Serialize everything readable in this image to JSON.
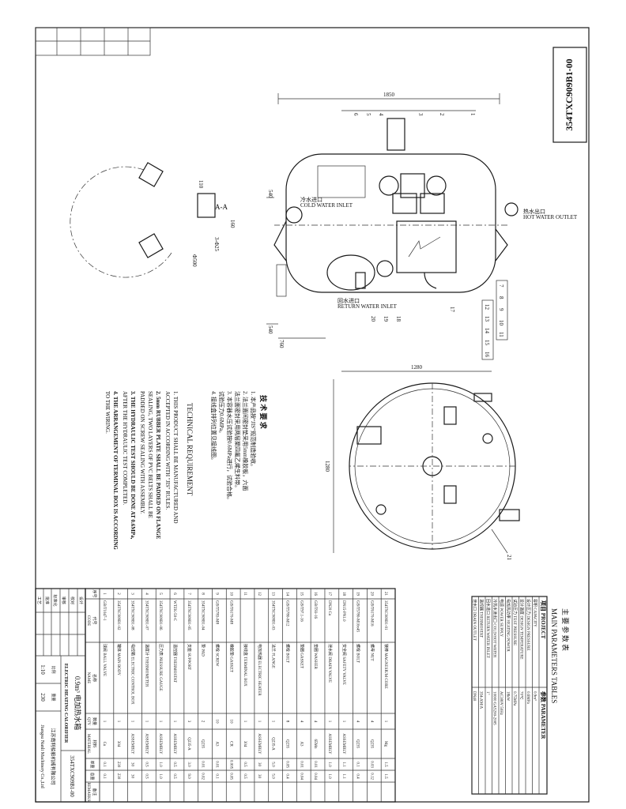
{
  "drawing_number": "354TXC909B1-00",
  "side_view": {
    "dim_length": "1850",
    "dim_left": "540",
    "dim_offset": "540",
    "dim_total": "760",
    "cold_water_inlet_cn": "冷水进口",
    "cold_water_inlet": "COLD WATER INLET",
    "return_water_inlet_cn": "回水进口",
    "return_water_inlet": "RETURN WATER INLET",
    "hot_water_outlet_cn": "热水出口",
    "hot_water_outlet": "HOT WATER OUTLET",
    "balloons_top": [
      "1",
      "2",
      "3",
      "4",
      "5",
      "6"
    ],
    "balloons_right_a": [
      "7",
      "8",
      "9",
      "10",
      "11"
    ],
    "balloons_right_b": [
      "12",
      "13",
      "14",
      "15",
      "16"
    ],
    "balloons_bottom": [
      "17",
      "18",
      "19",
      "20"
    ]
  },
  "end_view": {
    "dim_width": "1280",
    "dim_height": "1280",
    "balloon": "21"
  },
  "section": {
    "label": "A-A",
    "dim_a": "160",
    "dim_b": "110",
    "dim_c": "Φ500",
    "dim_d": "3-Φ25"
  },
  "tech_req": {
    "title_cn": "技 术 要 求",
    "lines_cn": [
      "1. 本产品按“JIS”规范制造验收。",
      "2. 法兰面间密封垫采用5mm橡胶板，六面",
      "   法兰面密封采用两层聚四氟乙烯生料带。",
      "3. 本容器水压试验按0.6MPa进行，试验合格。",
      "   试验压力0.6MPa。",
      "4. 接线盒排列位置见接线图。"
    ],
    "title_en": "TECHNICAL  REQUIREMENT",
    "lines_en": [
      "1. THIS PRODUCT SHALL BE MANUFACTURED AND",
      "   ACCEPTED IN ACCORDING WITH \"JIS\" RULES.",
      "2. 5mm RUBBER PLATE SHALL BE PADDED ON FLANGE",
      "   SEALING, TWO LAYERS OF PVC BELTS SHALL BE",
      "   PADDED ON SCREW SEALING WITH ASSEMBLY.",
      "3. THE HYDRAULIC TEST SHOULD BE DONE AT 0.6MPa,",
      "   AFTER THE HYDRAULIC TEST COMPLETED.",
      "4. THE ARRANGEMENT OF TERMINAL BOX IS ACCORDING",
      "   TO THE WIRING."
    ]
  },
  "parts_list": {
    "headers": {
      "no": "序号",
      "code": "代号 CODE",
      "name": "名称 NAME",
      "qty": "数量 QTY",
      "material": "材料 MATERIAL",
      "unit_weight": "单重",
      "total_weight": "总重",
      "remark": "备注 REMARKS"
    },
    "rows": [
      {
        "no": "21",
        "code": "354TXC909B1-01",
        "name": "镁棒 MAGNESIUM CORE",
        "qty": "1",
        "material": "Mg",
        "unit": "1.5",
        "total": "1.5"
      },
      {
        "no": "20",
        "code": "GB/T6170-M16",
        "name": "螺母 NUT",
        "qty": "4",
        "material": "Q235",
        "unit": "0.03",
        "total": "0.12"
      },
      {
        "no": "19",
        "code": "GB/T5780-M16x45",
        "name": "螺栓 BOLT",
        "qty": "4",
        "material": "Q235",
        "unit": "0.1",
        "total": "0.4"
      },
      {
        "no": "18",
        "code": "DN15-PN1.0",
        "name": "安全阀 SAFETY VALVE",
        "qty": "1",
        "material": "ASSEMBLY",
        "unit": "1.1",
        "total": "1.1"
      },
      {
        "no": "17",
        "code": "DN20 Cu",
        "name": "泄水阀 DRAIN VALVE",
        "qty": "1",
        "material": "ASSEMBLY",
        "unit": "1.0",
        "total": "1.0"
      },
      {
        "no": "16",
        "code": "GB/T93-16",
        "name": "垫圈 WASHER",
        "qty": "4",
        "material": "65Mn",
        "unit": "0.01",
        "total": "0.04"
      },
      {
        "no": "15",
        "code": "GB/T97.1-16",
        "name": "垫圈 GASKET",
        "qty": "4",
        "material": "A3",
        "unit": "0.01",
        "total": "0.04"
      },
      {
        "no": "14",
        "code": "GB/T5780-M12",
        "name": "螺栓 BOLT",
        "qty": "8",
        "material": "Q235",
        "unit": "0.05",
        "total": "0.4"
      },
      {
        "no": "13",
        "code": "354TXC909B1-03",
        "name": "法兰 FLANGE",
        "qty": "1",
        "material": "Q235-A",
        "unit": "5.0",
        "total": "5.0"
      },
      {
        "no": "12",
        "code": "",
        "name": "电加热器 ELECTRIC HEATER",
        "qty": "1",
        "material": "ASSEMBLY",
        "unit": "30",
        "total": "30"
      },
      {
        "no": "11",
        "code": "",
        "name": "接线盒 TERMINAL BOX",
        "qty": "1",
        "material": "304",
        "unit": "0.5",
        "total": "0.5"
      },
      {
        "no": "10",
        "code": "GB/T6170-M8",
        "name": "橡胶垫 GASKET",
        "qty": "10",
        "material": "CR",
        "unit": "0.005",
        "total": "0.05"
      },
      {
        "no": "9",
        "code": "GB/T5783-M8",
        "name": "螺栓 SCREW",
        "qty": "10",
        "material": "A3",
        "unit": "0.01",
        "total": "0.1"
      },
      {
        "no": "8",
        "code": "354TXC909B1-04",
        "name": "垫 PAD",
        "qty": "2",
        "material": "Q235",
        "unit": "0.01",
        "total": "0.02"
      },
      {
        "no": "7",
        "code": "354TXC909B1-05",
        "name": "支座 SUPPORT",
        "qty": "3",
        "material": "Q235-A",
        "unit": "3.0",
        "total": "9.0"
      },
      {
        "no": "6",
        "code": "WTZK-50-C",
        "name": "温控器 THERMOSTAT",
        "qty": "1",
        "material": "ASSEMBLY",
        "unit": "0.5",
        "total": "0.5"
      },
      {
        "no": "5",
        "code": "354TXC909B1-06",
        "name": "压力表 PRESSURE GAUGE",
        "qty": "1",
        "material": "ASSEMBLY",
        "unit": "1.0",
        "total": "1.0"
      },
      {
        "no": "4",
        "code": "354TXC909B1-07",
        "name": "温度计 THERMOMETER",
        "qty": "1",
        "material": "ASSEMBLY",
        "unit": "0.5",
        "total": "0.5"
      },
      {
        "no": "3",
        "code": "354TXC909B1-08",
        "name": "电控箱 ELECTRIC CONTROL BOX",
        "qty": "1",
        "material": "ASSEMBLY",
        "unit": "30",
        "total": "30"
      },
      {
        "no": "2",
        "code": "354TXC909B1-02",
        "name": "罐体 MAIN BODY",
        "qty": "1",
        "material": "304",
        "unit": "230",
        "total": "230"
      },
      {
        "no": "1",
        "code": "GB/T1047-1",
        "name": "球阀 BALL VALVE",
        "qty": "1",
        "material": "Cu",
        "unit": "0.1",
        "total": "0.1"
      }
    ]
  },
  "title_block": {
    "product_cn": "0.9m³ 电加热水箱",
    "product_en": "ELECTRIC HEATING CALORIFIER",
    "drawing_number": "354TXC909B1-00",
    "company_cn": "江苏南利船舶机械有限公司",
    "company_en": "Jiangsu Nanli Machinery Co.,Ltd",
    "scale_label": "比例",
    "weight_label": "重量",
    "scale": "1:10",
    "weight": "230",
    "sign_labels": [
      "设计",
      "校对",
      "审核",
      "标准化",
      "批准",
      "工艺"
    ]
  },
  "params": {
    "title_cn": "主 要 参 数 表",
    "title_en": "MAIN PARAMETERS TABLES",
    "headers": {
      "project": "项目 PROJECT",
      "parameter": "参数 PARAMETER"
    },
    "rows": [
      {
        "project": "容积 CAPACITY",
        "value": "0.9m³"
      },
      {
        "project": "设计压力 DESIGN PRESSURE",
        "value": "0.6MPa"
      },
      {
        "project": "设计温度 DESIGN TEMPERATURE",
        "value": "70℃"
      },
      {
        "project": "试验压力 TEST PRESSURE",
        "value": "0.75MPa"
      },
      {
        "project": "电加热功率 HEATING POWER",
        "value": "18kW"
      },
      {
        "project": "电源 POWER SUPPLY",
        "value": "AC380V 50Hz"
      },
      {
        "project": "冷热水进出口 COLD/HOT WATER",
        "value": "10000 GA5200-2005"
      },
      {
        "project": "回水进口 RETURN WATER INLET",
        "value": "1\""
      },
      {
        "project": "温控器 THERMOSTAT",
        "value": "354-AM/A"
      },
      {
        "project": "泄水口 DRAIN OUTLET",
        "value": "DN40"
      }
    ]
  }
}
